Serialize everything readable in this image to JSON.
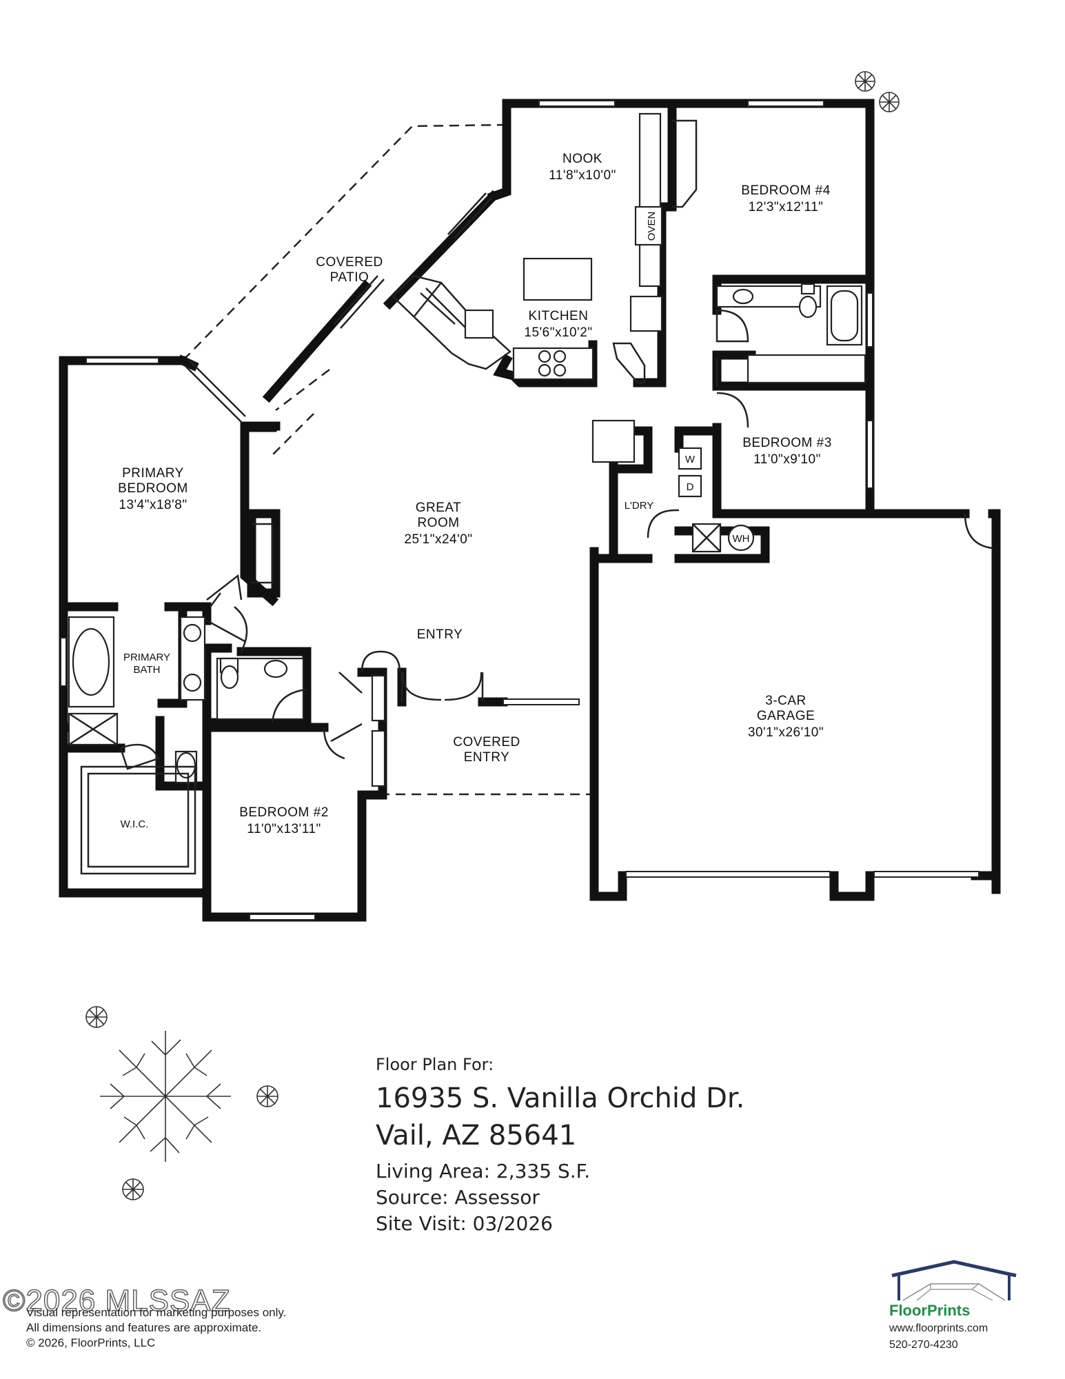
{
  "rooms": {
    "nook": {
      "name": "NOOK",
      "dims": "11'8\"x10'0\""
    },
    "bedroom4": {
      "name": "BEDROOM #4",
      "dims": "12'3\"x12'11\""
    },
    "covered_patio": {
      "name_line1": "COVERED",
      "name_line2": "PATIO"
    },
    "kitchen": {
      "name": "KITCHEN",
      "dims": "15'6\"x10'2\""
    },
    "oven": "OVEN",
    "primary_bedroom": {
      "name_line1": "PRIMARY",
      "name_line2": "BEDROOM",
      "dims": "13'4\"x18'8\""
    },
    "great_room": {
      "name_line1": "GREAT",
      "name_line2": "ROOM",
      "dims": "25'1\"x24'0\""
    },
    "bedroom3": {
      "name": "BEDROOM #3",
      "dims": "11'0\"x9'10\""
    },
    "laundry": {
      "name": "L'DRY",
      "washer": "W",
      "dryer": "D"
    },
    "water_heater": "WH",
    "entry": "ENTRY",
    "primary_bath": {
      "name_line1": "PRIMARY",
      "name_line2": "BATH"
    },
    "covered_entry": {
      "name_line1": "COVERED",
      "name_line2": "ENTRY"
    },
    "garage": {
      "name_line1": "3-CAR",
      "name_line2": "GARAGE",
      "dims": "30'1\"x26'10\""
    },
    "wic": "W.I.C.",
    "bedroom2": {
      "name": "BEDROOM #2",
      "dims": "11'0\"x13'11\""
    }
  },
  "info": {
    "heading": "Floor Plan For:",
    "address": "16935 S. Vanilla Orchid Dr.",
    "city": "Vail, AZ  85641",
    "living_area": "Living Area:  2,335 S.F.",
    "source": "Source:  Assessor",
    "site_visit": "Site Visit:  03/2026"
  },
  "footer": {
    "line1": "Visual representation for marketing purposes only.",
    "line2": "All dimensions and features are approximate.",
    "line3": "© 2026, FloorPrints, LLC"
  },
  "watermark": "©2026 MLSSAZ",
  "brand": {
    "name": "FloorPrints",
    "url": "www.floorprints.com",
    "phone": "520-270-4230",
    "color_green": "#1e8f46",
    "color_navy": "#2b3a67"
  }
}
